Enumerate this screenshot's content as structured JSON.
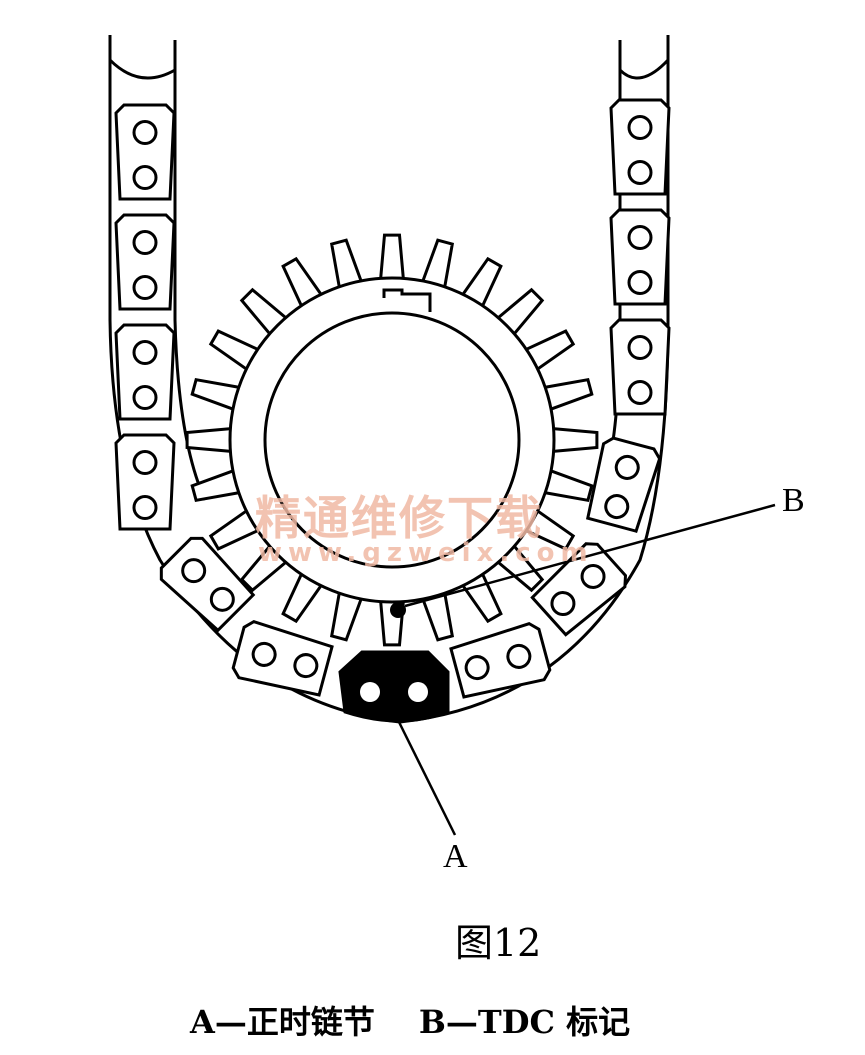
{
  "diagram": {
    "callouts": {
      "a": "A",
      "b": "B"
    },
    "watermark": {
      "text_cn": "精通维修下载",
      "url": "www.gzweix.com"
    },
    "figure_title": "图12",
    "caption": {
      "item_a": "A—正时链节",
      "item_b": "B—TDC 标记"
    },
    "sprocket_teeth": 24,
    "colors": {
      "line": "#000000",
      "background": "#ffffff",
      "watermark": "#f0b9a4"
    }
  }
}
